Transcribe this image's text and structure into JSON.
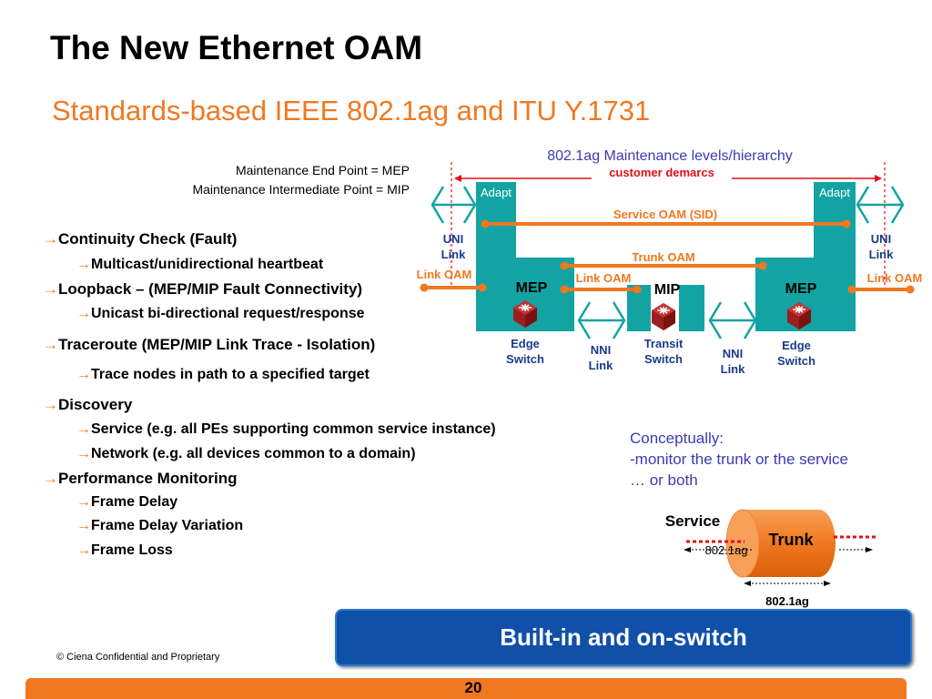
{
  "slide": {
    "title": "The New Ethernet OAM",
    "subtitle": "Standards-based IEEE 802.1ag and ITU Y.1731",
    "definitions": [
      "Maintenance End Point = MEP",
      "Maintenance Intermediate Point = MIP"
    ],
    "bullets": [
      {
        "text": "Continuity Check (Fault)",
        "children": [
          "Multicast/unidirectional heartbeat"
        ]
      },
      {
        "text": "Loopback – (MEP/MIP Fault Connectivity)",
        "children": [
          "Unicast bi-directional request/response"
        ]
      },
      {
        "text": "Traceroute (MEP/MIP Link Trace - Isolation)",
        "children": [
          "Trace nodes in path to a specified target"
        ]
      },
      {
        "text": "Discovery",
        "children": [
          "Service (e.g. all PEs supporting common service instance)",
          "Network (e.g. all devices common to a domain)"
        ]
      },
      {
        "text": "Performance Monitoring",
        "children": [
          "Frame Delay",
          "Frame Delay Variation",
          "Frame Loss"
        ]
      }
    ],
    "arrow_glyph": "→",
    "diagram": {
      "heading": "802.1ag Maintenance levels/hierarchy",
      "customer_demarcs": "customer demarcs",
      "adapt_left": "Adapt",
      "adapt_right": "Adapt",
      "service_oam": "Service OAM (SID)",
      "trunk_oam": "Trunk OAM",
      "link_oam_left": "Link OAM",
      "link_oam_mid": "Link OAM",
      "link_oam_right": "Link OAM",
      "uni_left": [
        "UNI",
        "Link"
      ],
      "uni_right": [
        "UNI",
        "Link"
      ],
      "nni_left": [
        "NNI",
        "Link"
      ],
      "nni_right": [
        "NNI",
        "Link"
      ],
      "mep_left": "MEP",
      "mip": "MIP",
      "mep_right": "MEP",
      "edge_left": [
        "Edge",
        "Switch"
      ],
      "transit": [
        "Transit",
        "Switch"
      ],
      "edge_right": [
        "Edge",
        "Switch"
      ]
    },
    "conceptually": [
      "Conceptually:",
      "-monitor the trunk or the service",
      "… or both"
    ],
    "cylinder": {
      "service": "Service",
      "trunk": "Trunk",
      "inner_label": "802.1ag",
      "bottom_label": "802.1ag"
    },
    "banner": "Built-in and on-switch",
    "copyright": "© Ciena Confidential and Proprietary",
    "page_number": "20",
    "colors": {
      "orange": "#f07820",
      "teal": "#13a3a3",
      "blue": "#1150a8",
      "purple": "#3b3bb5",
      "red": "#e0101a",
      "dark_blue": "#1a3a8a"
    }
  }
}
